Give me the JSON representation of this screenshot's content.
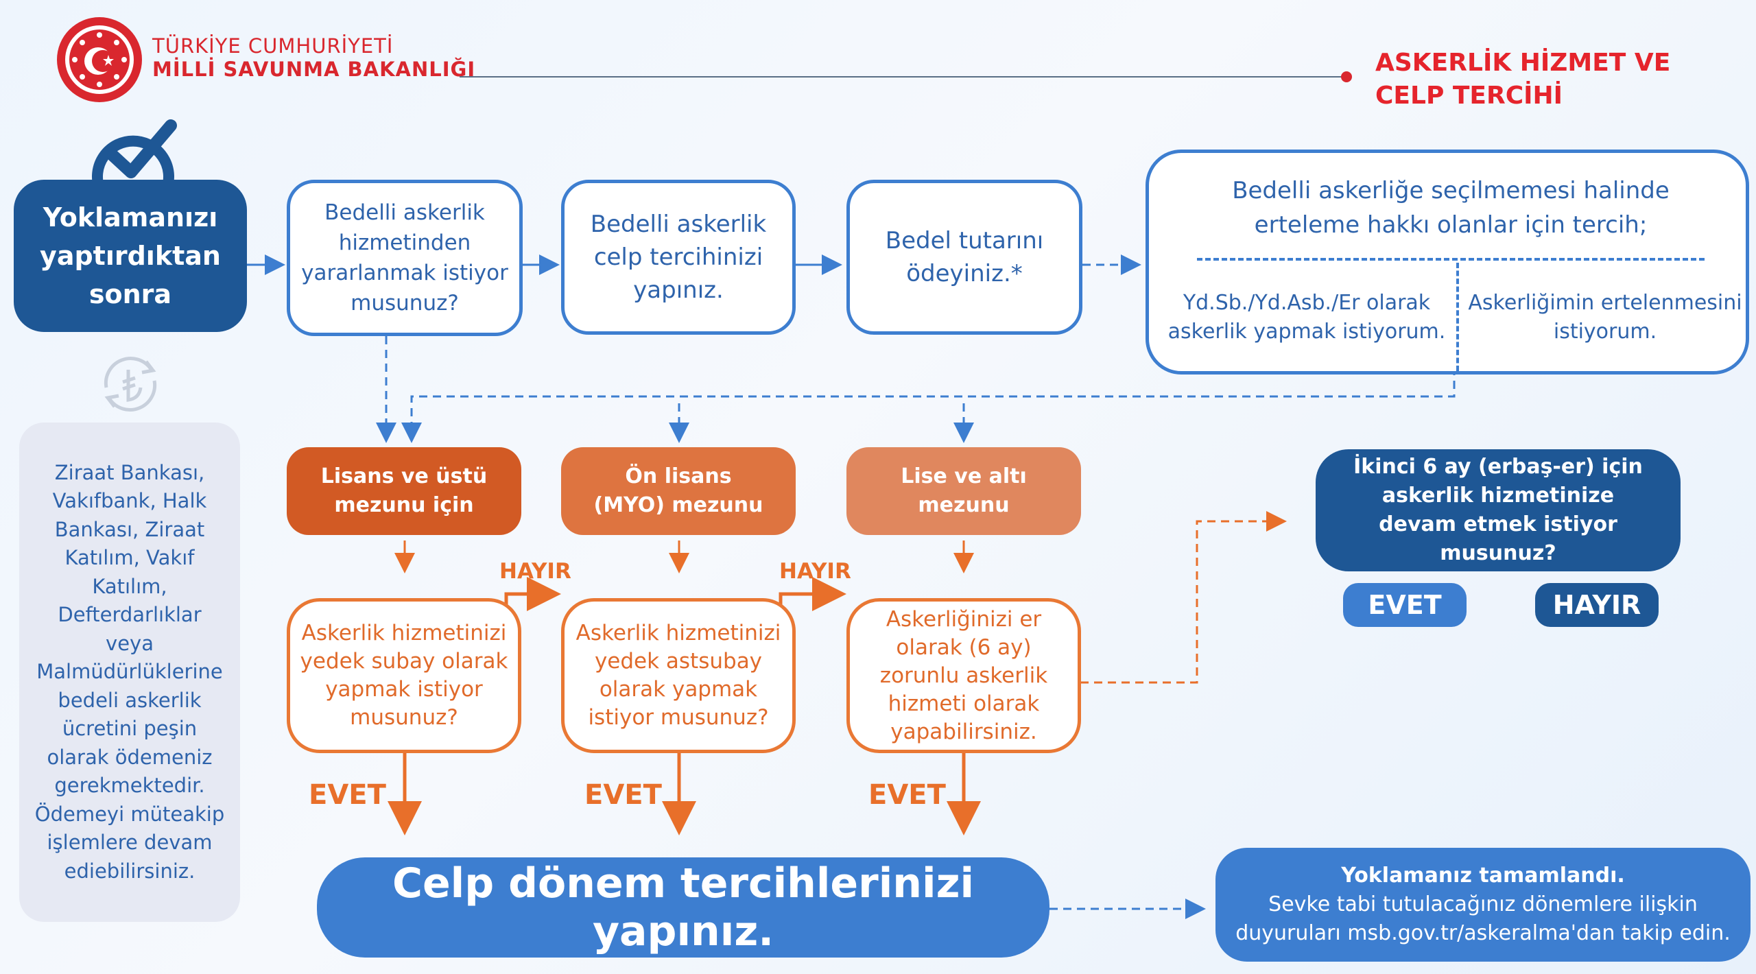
{
  "header": {
    "org_line1": "TÜRKİYE CUMHURİYETİ",
    "org_line2": "MİLLİ SAVUNMA BAKANLIĞI",
    "title_line1": "ASKERLİK HİZMET VE",
    "title_line2": "CELP TERCİHİ"
  },
  "colors": {
    "red": "#d9272e",
    "dark_blue": "#1e5795",
    "blue": "#3d7ed0",
    "orange_dark": "#d25a24",
    "orange_mid": "#de7440",
    "orange_light": "#e0875e"
  },
  "icons": {
    "check": "checkmark-circle-icon",
    "refresh": "currency-refresh-icon"
  },
  "start": {
    "text": "Yoklamanızı yaptırdıktan sonra"
  },
  "steps": {
    "question": "Bedelli askerlik hizmetinden yararlanmak istiyor musunuz?",
    "preference": "Bedelli askerlik celp tercihinizi yapınız.",
    "payment": "Bedel tutarını ödeyiniz.*"
  },
  "not_selected": {
    "title": "Bedelli askerliğe seçilmemesi halinde erteleme hakkı olanlar için tercih;",
    "option_left": "Yd.Sb./Yd.Asb./Er olarak askerlik yapmak istiyorum.",
    "option_right": "Askerliğimin ertelenmesini istiyorum."
  },
  "payment_info": "Ziraat Bankası, Vakıfbank, Halk Bankası, Ziraat Katılım, Vakıf Katılım, Defterdarlıklar veya Malmüdürlüklerine bedeli askerlik ücretini peşin olarak ödemeniz gerekmektedir. Ödemeyi müteakip işlemlere devam ediebilirsiniz.",
  "education": {
    "graduate": "Lisans ve üstü mezunu için",
    "associate": "Ön lisans (MYO) mezunu",
    "highschool": "Lise ve altı mezunu"
  },
  "questions": {
    "reserve_officer": "Askerlik hizmetinizi yedek subay olarak yapmak istiyor musunuz?",
    "reserve_nco": "Askerlik hizmetinizi yedek astsubay olarak yapmak istiyor musunuz?",
    "private": "Askerliğinizi er olarak (6 ay) zorunlu askerlik hizmeti olarak yapabilirsiniz."
  },
  "labels": {
    "yes": "EVET",
    "no": "HAYIR"
  },
  "second_half": {
    "question": "İkinci 6 ay (erbaş-er) için askerlik hizmetinize devam etmek istiyor musunuz?",
    "yes": "EVET",
    "no": "HAYIR"
  },
  "final": {
    "text": "Celp dönem tercihlerinizi yapınız.",
    "note_title": "Yoklamanız tamamlandı.",
    "note_line1": "Sevke tabi tutulacağınız dönemlere ilişkin",
    "note_line2": "duyuruları msb.gov.tr/askeralma'dan takip edin."
  }
}
